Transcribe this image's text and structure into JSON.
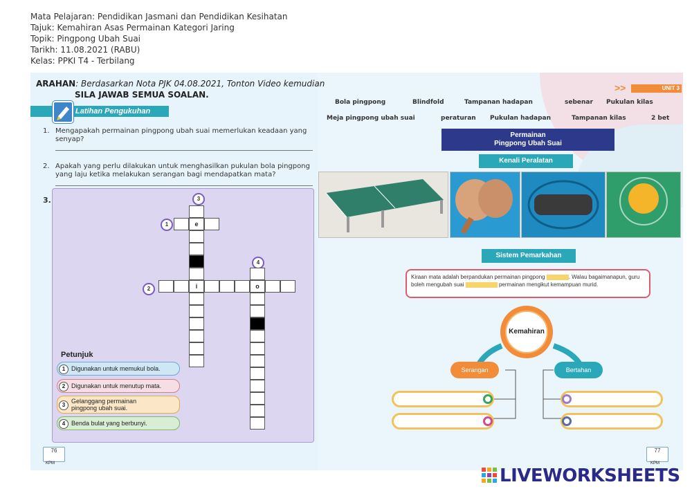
{
  "header": {
    "lines": [
      "Mata Pelajaran: Pendidikan Jasmani dan Pendidikan Kesihatan",
      "Tajuk: Kemahiran Asas Permainan Kategori Jaring",
      "Topik: Pingpong Ubah Suai",
      "Tarikh: 11.08.2021 (RABU)",
      "Kelas: PPKI T4 - Terbilang"
    ]
  },
  "left": {
    "arahan_label": "ARAHAN",
    "arahan_text": ": Berdasarkan Nota PJK 04.08.2021, Tonton Video kemudian",
    "arahan_bold": "SILA JAWAB SEMUA SOALAN.",
    "section_title": "Latihan Pengukuhan",
    "q1_num": "1.",
    "q1_text": "Mengapakah permainan pingpong ubah suai memerlukan keadaan yang senyap?",
    "q2_num": "2.",
    "q2_text": "Apakah yang perlu dilakukan untuk menghasilkan pukulan bola pingpong yang laju ketika melakukan serangan bagi mendapatkan mata?",
    "q3_num": "3.",
    "crossword": {
      "n1": "1",
      "n2": "2",
      "n3": "3",
      "n4": "4",
      "letter_e": "e",
      "letter_i": "i",
      "letter_o": "o"
    },
    "petunjuk_title": "Petunjuk",
    "hints": [
      {
        "num": "1",
        "text": "Digunakan untuk memukul bola."
      },
      {
        "num": "2",
        "text": "Digunakan untuk menutup mata."
      },
      {
        "num": "3",
        "text": "Gelanggang permainan pingpong ubah suai."
      },
      {
        "num": "4",
        "text": "Benda bulat yang berbunyi."
      }
    ],
    "page_num": "76",
    "kpm": "KPM"
  },
  "right": {
    "unit": "UNIT 3",
    "word_bank_row1": [
      "Bola pingpong",
      "Blindfold",
      "Tampanan hadapan",
      "sebenar",
      "Pukulan kilas"
    ],
    "word_bank_row2": [
      "Meja pingpong ubah suai",
      "peraturan",
      "Pukulan hadapan",
      "Tampanan kilas",
      "2 bet"
    ],
    "title_line1": "Permainan",
    "title_line2": "Pingpong Ubah Suai",
    "kenali": "Kenali Peralatan",
    "sistem": "Sistem Pemarkahan",
    "scoring_a": "Kiraan mata adalah berpandukan permainan pingpong",
    "scoring_b": ". Walau bagaimanapun, guru boleh mengubah suai",
    "scoring_c": "permainan mengikut kemampuan murid.",
    "kemahiran": "Kemahiran",
    "serangan": "Serangan",
    "bertahan": "Bertahan",
    "page_num": "77",
    "kpm": "KPM"
  },
  "brand": {
    "name": "LIVEWORKSHEETS"
  },
  "colors": {
    "teal": "#2aa7b8",
    "navy": "#2d3a8c",
    "pink_border": "#e05a6a",
    "orange": "#f28c38",
    "highlight": "#f7d56a"
  }
}
